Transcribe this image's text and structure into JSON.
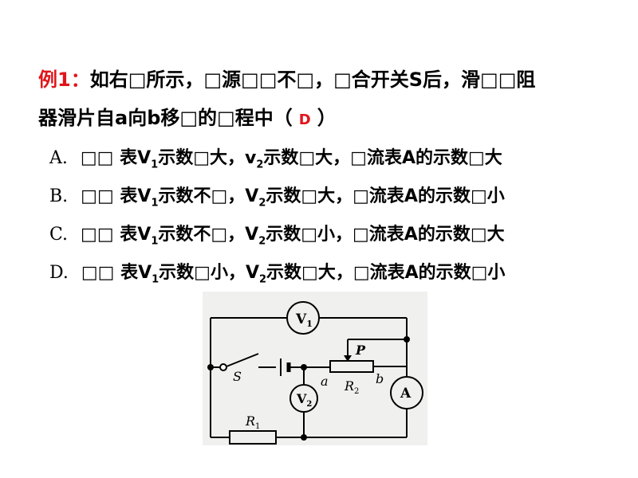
{
  "question": {
    "label": "例1：",
    "text_line1": "如右□所示，□源□□不□，□合开关S后，滑□□阻",
    "text_line2": "器滑片自a向b移□的□程中（",
    "answer": "D",
    "close_paren": "）"
  },
  "options": [
    {
      "letter": "A.",
      "pre": "□□ 表V",
      "sub": "1",
      "post": "示数□大，v",
      "sub2": "2",
      "post2": "示数□大，□流表A的示数□大"
    },
    {
      "letter": "B.",
      "pre": "□□ 表V",
      "sub": "1",
      "post": "示数不□，V",
      "sub2": "2",
      "post2": "示数□大，□流表A的示数□小"
    },
    {
      "letter": "C.",
      "pre": "□□ 表V",
      "sub": "1",
      "post": "示数不□，V",
      "sub2": "2",
      "post2": "示数□小，□流表A的示数□大"
    },
    {
      "letter": "D.",
      "pre": "□□ 表V",
      "sub": "1",
      "post": "示数□小，V",
      "sub2": "2",
      "post2": "示数□大，□流表A的示数□小"
    }
  ],
  "circuit": {
    "v1_label": "V",
    "v1_sub": "1",
    "v2_label": "V",
    "v2_sub": "2",
    "ammeter_label": "A",
    "switch_label": "S",
    "p_label": "P",
    "a_label": "a",
    "b_label": "b",
    "r1_label": "R",
    "r1_sub": "1",
    "r2_label": "R",
    "r2_sub": "2"
  }
}
